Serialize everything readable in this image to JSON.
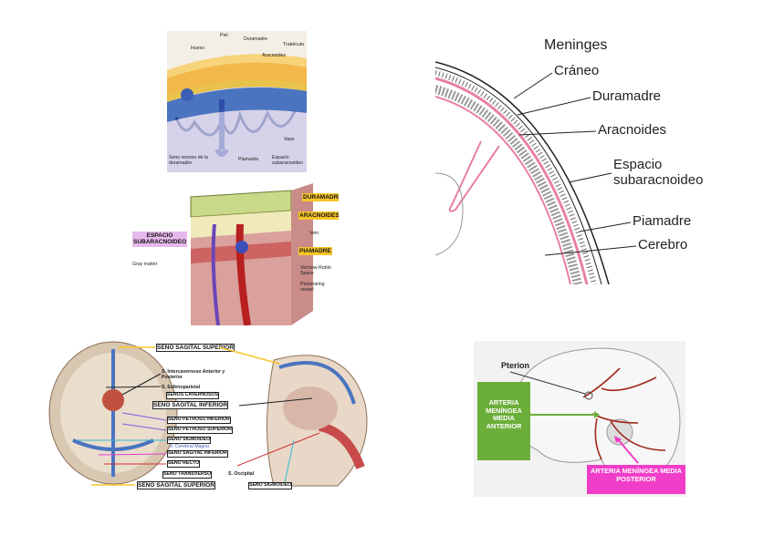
{
  "panel1": {
    "labels": [
      "Piel",
      "Hueso",
      "Duramadre",
      "Trabécula",
      "Aracnoides",
      "Vaso",
      "Seno venoso de la duramadre",
      "Piamadre",
      "Espacio subaracnoideo"
    ]
  },
  "panel2": {
    "labels": [
      "DURAMADRE",
      "ARACNOIDES",
      "Vein",
      "PIAMADRE",
      "ESPACIO SUBARACNOIDEO",
      "Gray matter",
      "Virchow-Robin Space",
      "Penetrating vessel"
    ]
  },
  "panel3": {
    "labels": [
      "Meninges",
      "Cráneo",
      "Duramadre",
      "Aracnoides",
      "Espacio subaracnoideo",
      "Piamadre",
      "Cerebro"
    ]
  },
  "panel4": {
    "labels": [
      "SENO SAGITAL SUPERIOR",
      "S. Intercavernoso Anterior y Posterior",
      "S. Esfenoparietal",
      "SENOS CAVERNOSOS",
      "SENO SAGITAL INFERIOR",
      "SENO PETROSO INFERIOR",
      "SENO PETROSO SUPERIOR",
      "SENO SIGMOIDEO",
      "V. Cerebral Magna",
      "SENO SAGITAL INFERIOR",
      "SENO RECTO",
      "SENO TRANSVERSO",
      "S. Occipital",
      "SENO SAGITAL SUPERIOR",
      "SENO SIGMOIDEO"
    ]
  },
  "panel5": {
    "labels": [
      "Pterion",
      "ARTERIA MENÍNGEA MEDIA ANTERIOR",
      "ARTERIA MENÍNGEA MEDIA POSTERIOR"
    ]
  },
  "colors": {
    "bone": "#f2b84a",
    "dura": "#e8c24a",
    "blue": "#4a74c0",
    "pink": "#e87fa7",
    "green": "#6cae3a",
    "magenta": "#f03ec8",
    "yellow_highlight": "#f7c52a"
  }
}
